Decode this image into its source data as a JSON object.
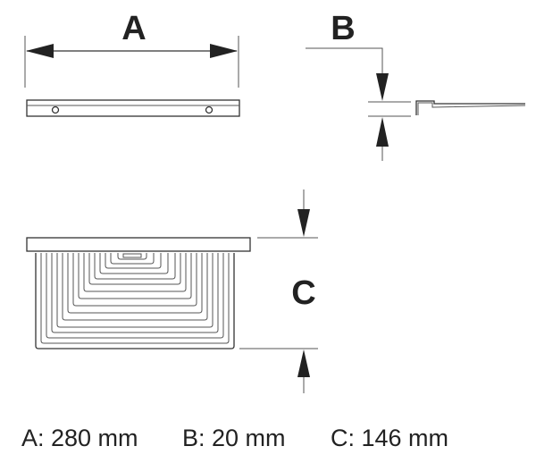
{
  "labels": {
    "a": "A",
    "b": "B",
    "c": "C"
  },
  "dimensions": [
    {
      "key": "A",
      "value": "280 mm",
      "text": "A: 280 mm"
    },
    {
      "key": "B",
      "value": "20 mm",
      "text": "B: 20 mm"
    },
    {
      "key": "C",
      "value": "146 mm",
      "text": "C: 146 mm"
    }
  ],
  "colors": {
    "ink": "#222222",
    "plate": "#f2f2f2"
  }
}
